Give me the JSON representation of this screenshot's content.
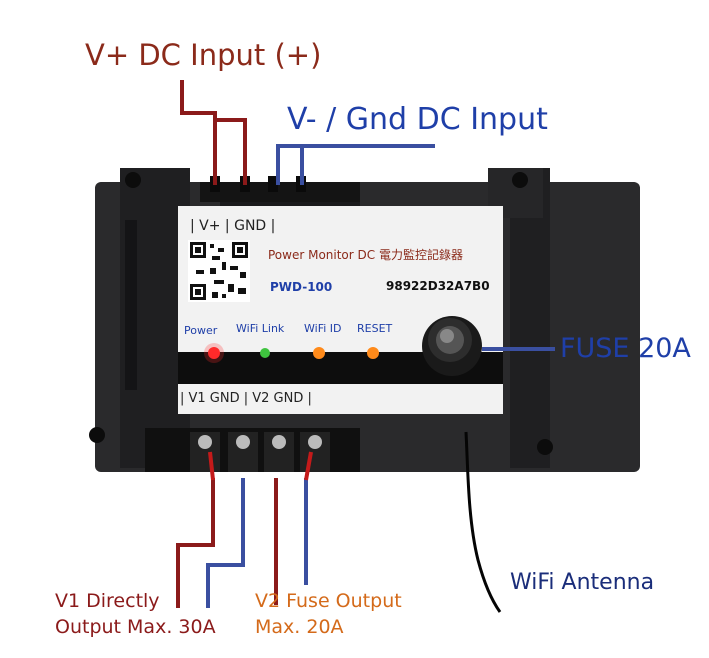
{
  "callouts": {
    "v_plus_input": "V+ DC Input (+)",
    "v_minus_input": "V- / Gnd DC Input",
    "fuse": "FUSE 20A",
    "wifi_antenna": "WiFi Antenna",
    "v1_output_line1": "V1 Directly",
    "v1_output_line2": "Output Max. 30A",
    "v2_output_line1": "V2 Fuse Output",
    "v2_output_line2": "Max. 20A"
  },
  "device_label": {
    "top_terminals": "|   V+   |   GND   |",
    "product_name": "Power Monitor DC 電力監控記錄器",
    "model": "PWD-100",
    "serial": "98922D32A7B0",
    "indicators": [
      "Power",
      "WiFi Link",
      "WiFi ID",
      "RESET"
    ],
    "bottom_terminals": "|  V1    GND |  V2    GND |"
  },
  "colors": {
    "positive_wire": "#8b1a1a",
    "negative_wire": "#3a4fa0",
    "led_power": "#ff2a2a",
    "led_wifi_link": "#3fc43f",
    "led_wifi_id": "#ff8a1a",
    "led_reset": "#ff8a1a"
  }
}
